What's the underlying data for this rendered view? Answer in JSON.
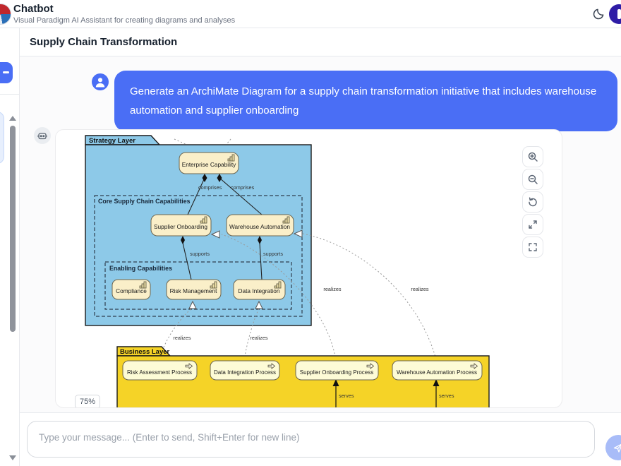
{
  "header": {
    "app_title": "Chatbot",
    "app_subtitle": "Visual Paradigm AI Assistant for creating diagrams and analyses"
  },
  "chat": {
    "title": "Supply Chain Transformation",
    "user_message": "Generate an ArchiMate Diagram for a supply chain transformation initiative that includes warehouse automation and supplier onboarding",
    "zoom_badge": "75%"
  },
  "composer": {
    "placeholder": "Type your message... (Enter to send, Shift+Enter for new line)"
  },
  "diagram": {
    "layers": {
      "strategy": "Strategy Layer",
      "business": "Business Layer"
    },
    "groups": {
      "core": "Core Supply Chain Capabilities",
      "enabling": "Enabling Capabilities"
    },
    "nodes": {
      "enterprise_capability": "Enterprise Capability",
      "supplier_onboarding": "Supplier Onboarding",
      "warehouse_automation": "Warehouse Automation",
      "compliance": "Compliance",
      "risk_management": "Risk Management",
      "data_integration": "Data Integration",
      "risk_assessment_process": "Risk Assessment Process",
      "data_integration_process": "Data Integration Process",
      "supplier_onboarding_process": "Supplier Onboarding Process",
      "warehouse_automation_process": "Warehouse Automation Process"
    },
    "labels": {
      "comprises": "comprises",
      "supports": "supports",
      "realizes": "realizes",
      "serves": "serves"
    },
    "relationships": [
      {
        "from": "Enterprise Capability",
        "to": "Supplier Onboarding",
        "label": "comprises"
      },
      {
        "from": "Enterprise Capability",
        "to": "Warehouse Automation",
        "label": "comprises"
      },
      {
        "from": "Risk Management",
        "to": "Supplier Onboarding",
        "label": "supports"
      },
      {
        "from": "Data Integration",
        "to": "Warehouse Automation",
        "label": "supports"
      },
      {
        "from": "Risk Assessment Process",
        "to": "Risk Management",
        "label": "realizes"
      },
      {
        "from": "Data Integration Process",
        "to": "Data Integration",
        "label": "realizes"
      },
      {
        "from": "Supplier Onboarding Process",
        "to": "Supplier Onboarding",
        "label": "realizes"
      },
      {
        "from": "Warehouse Automation Process",
        "to": "Warehouse Automation",
        "label": "realizes"
      },
      {
        "to": "Supplier Onboarding Process",
        "label": "serves"
      },
      {
        "to": "Warehouse Automation Process",
        "label": "serves"
      }
    ]
  },
  "colors": {
    "accent_blue": "#4a6ef5",
    "strategy_layer": "#8dc9e8",
    "business_layer": "#f5d327",
    "capability_node": "#faefc9",
    "process_node": "#fdfbd6",
    "avatar_purple": "#2e1ca6",
    "send_button": "#a8bcf8"
  }
}
